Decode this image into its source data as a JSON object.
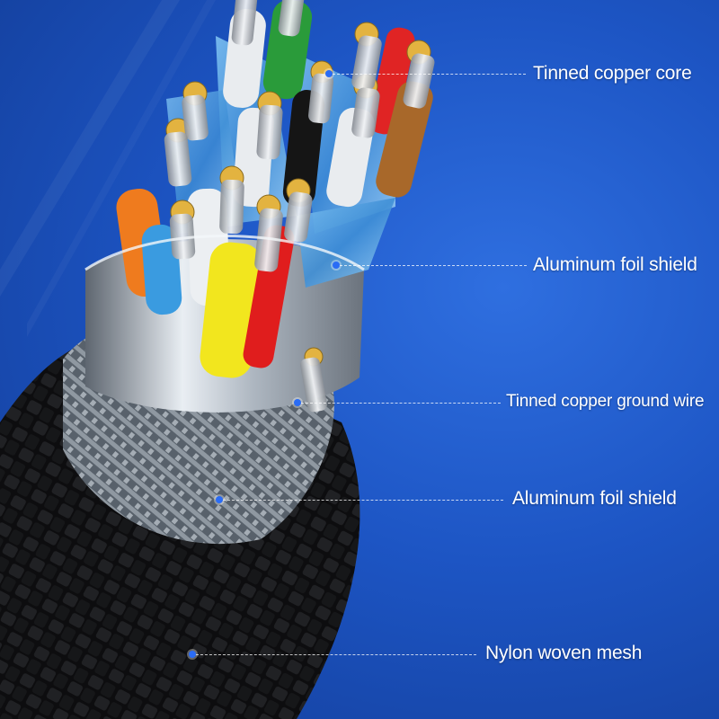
{
  "labels": [
    "Tinned copper core",
    "Aluminum foil shield",
    "Tinned copper ground wire",
    "Aluminum foil shield",
    "Nylon woven mesh"
  ],
  "colors": {
    "background": "#1d55c4",
    "label_text": "#ffffff",
    "marker": "#2a6cf5",
    "braid": "#1c1c1e",
    "shield": "#c9d2dc",
    "foil": "#5aa9e6"
  }
}
